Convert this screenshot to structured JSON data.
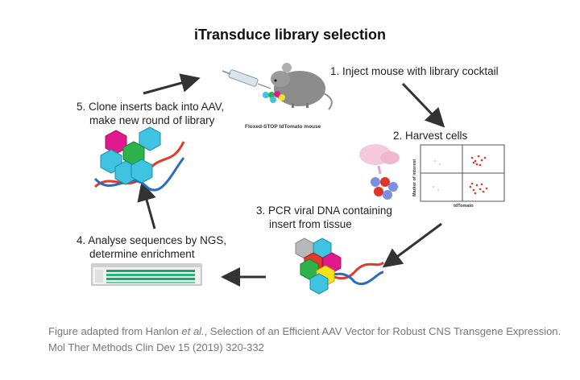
{
  "title": "iTransduce library selection",
  "steps": [
    {
      "n": "1.",
      "line1": "Inject mouse with library cocktail",
      "line2": ""
    },
    {
      "n": "2.",
      "line1": "Harvest cells",
      "line2": ""
    },
    {
      "n": "3.",
      "line1": "PCR viral DNA containing",
      "line2": "insert from tissue"
    },
    {
      "n": "4.",
      "line1": "Analyse sequences by NGS,",
      "line2": "determine enrichment"
    },
    {
      "n": "5.",
      "line1": "Clone inserts back into AAV,",
      "line2": "make new round of library"
    }
  ],
  "mouse_label": "Floxed-STOP tdTomato mouse",
  "facs": {
    "y_axis": "Marker of interest",
    "x_axis": "tdTomato"
  },
  "caption": {
    "prefix": "Figure adapted from Hanlon ",
    "etal": "et al.",
    "suffix": ", Selection of an Efficient AAV Vector for Robust CNS Transgene Expression. Mol Ther Methods Clin Dev 15 (2019) 320-332"
  },
  "colors": {
    "arrow": "#333333",
    "capsid_cyan": "#3fc3e0",
    "capsid_green": "#2db34a",
    "capsid_pink": "#e0198c",
    "capsid_yellow": "#f5e31a",
    "dna_red": "#e03a2a",
    "dna_blue": "#2a6bc0"
  }
}
